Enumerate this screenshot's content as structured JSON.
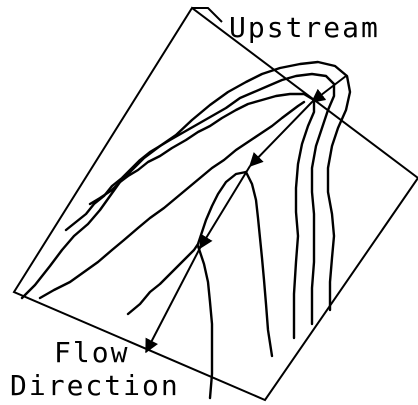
{
  "diagram": {
    "labels": {
      "upstream": "Upstream",
      "flow_line1": "Flow",
      "flow_line2": "Direction"
    },
    "colors": {
      "stroke": "#000000",
      "background": "#ffffff"
    }
  }
}
